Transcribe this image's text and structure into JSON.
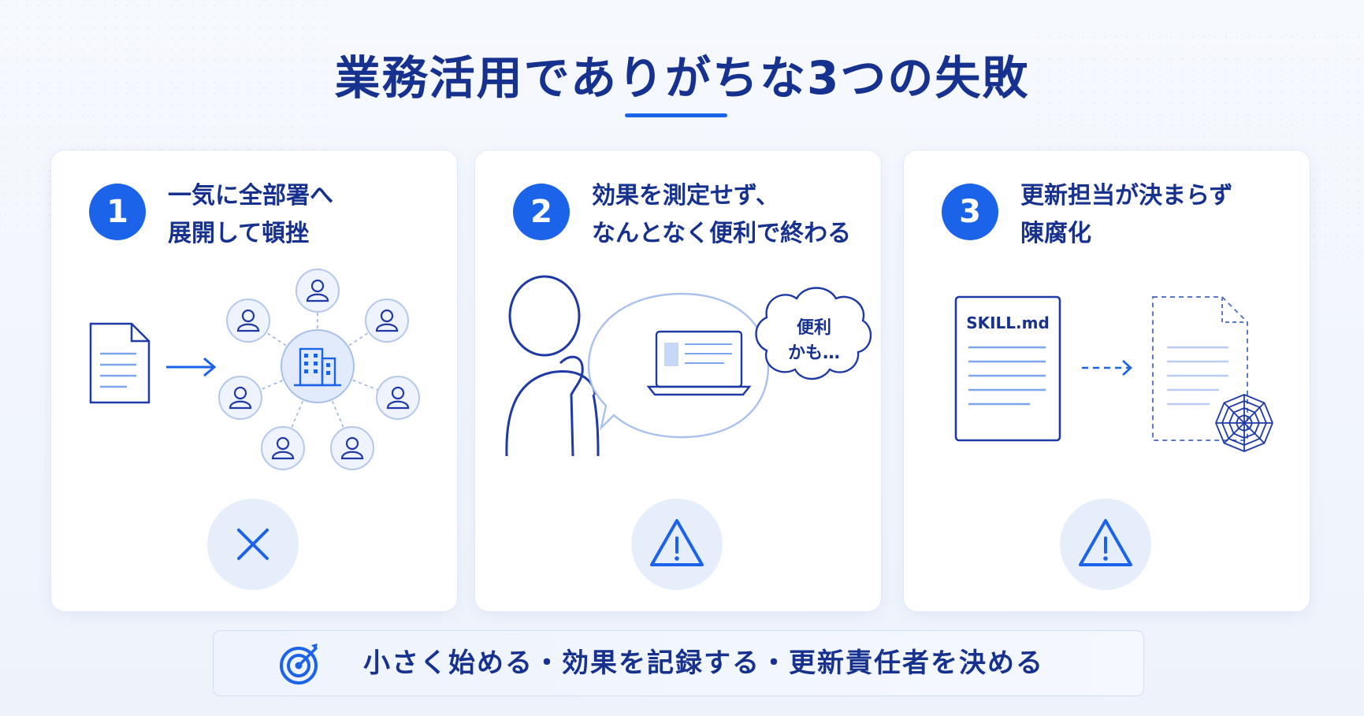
{
  "title": "業務活用でありがちな3つの失敗",
  "cards": [
    {
      "number": "1",
      "heading_line1": "一気に全部署へ",
      "heading_line2": "展開して頓挫",
      "status_icon": "cross-icon"
    },
    {
      "number": "2",
      "heading_line1": "効果を測定せず、",
      "heading_line2": "なんとなく便利で終わる",
      "bubble_line1": "便利",
      "bubble_line2": "かも…",
      "status_icon": "warning-icon"
    },
    {
      "number": "3",
      "heading_line1": "更新担当が決まらず",
      "heading_line2": "陳腐化",
      "file_label": "SKILL.md",
      "status_icon": "warning-icon"
    }
  ],
  "banner": {
    "icon": "target-icon",
    "text": "小さく始める・効果を記録する・更新責任者を決める"
  },
  "colors": {
    "primary": "#1b63e8",
    "navy": "#17318f",
    "light": "#e7eefb"
  }
}
